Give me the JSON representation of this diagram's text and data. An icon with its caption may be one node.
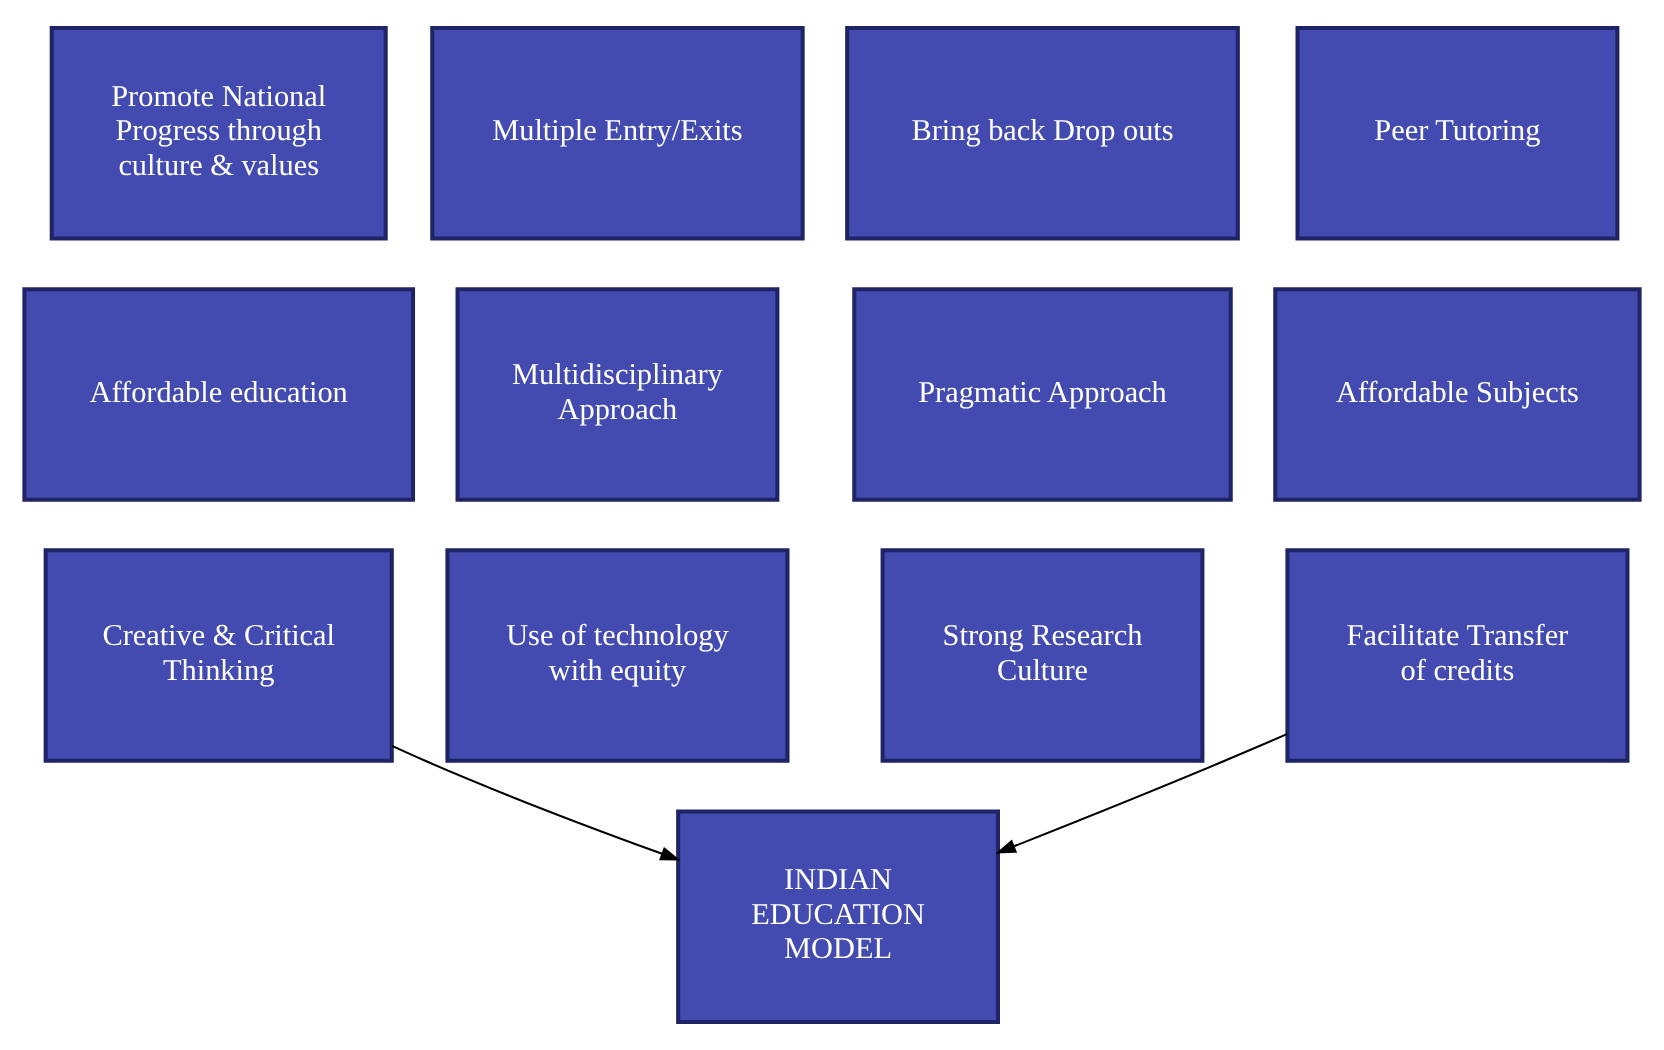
{
  "diagram": {
    "nodes": [
      {
        "text": [
          "Promote National Progress through culture & values"
        ]
      },
      {
        "text": [
          "Multiple Entry/Exits"
        ]
      },
      {
        "text": [
          "Bring back Drop outs"
        ]
      },
      {
        "text": [
          "Peer Tutoring"
        ]
      },
      {
        "text": [
          "Affordable education"
        ]
      },
      {
        "text": [
          "Multidisciplinary Approach"
        ]
      },
      {
        "text": [
          "Pragmatic Approach"
        ]
      },
      {
        "text": [
          "Affordable Subjects"
        ]
      },
      {
        "text": [
          "Creative & Critical Thinking"
        ]
      },
      {
        "text": [
          "Use of technology with equity"
        ]
      },
      {
        "text": [
          "Strong Research Culture"
        ]
      },
      {
        "text": [
          "Facilitate Transfer of credits"
        ]
      },
      {
        "text": [
          "INDIAN EDUCATION MODEL"
        ]
      }
    ],
    "edges": [
      {
        "from": 8,
        "to": 12,
        "arrow": "to"
      },
      {
        "from": 11,
        "to": 12,
        "arrow": "to"
      }
    ]
  }
}
